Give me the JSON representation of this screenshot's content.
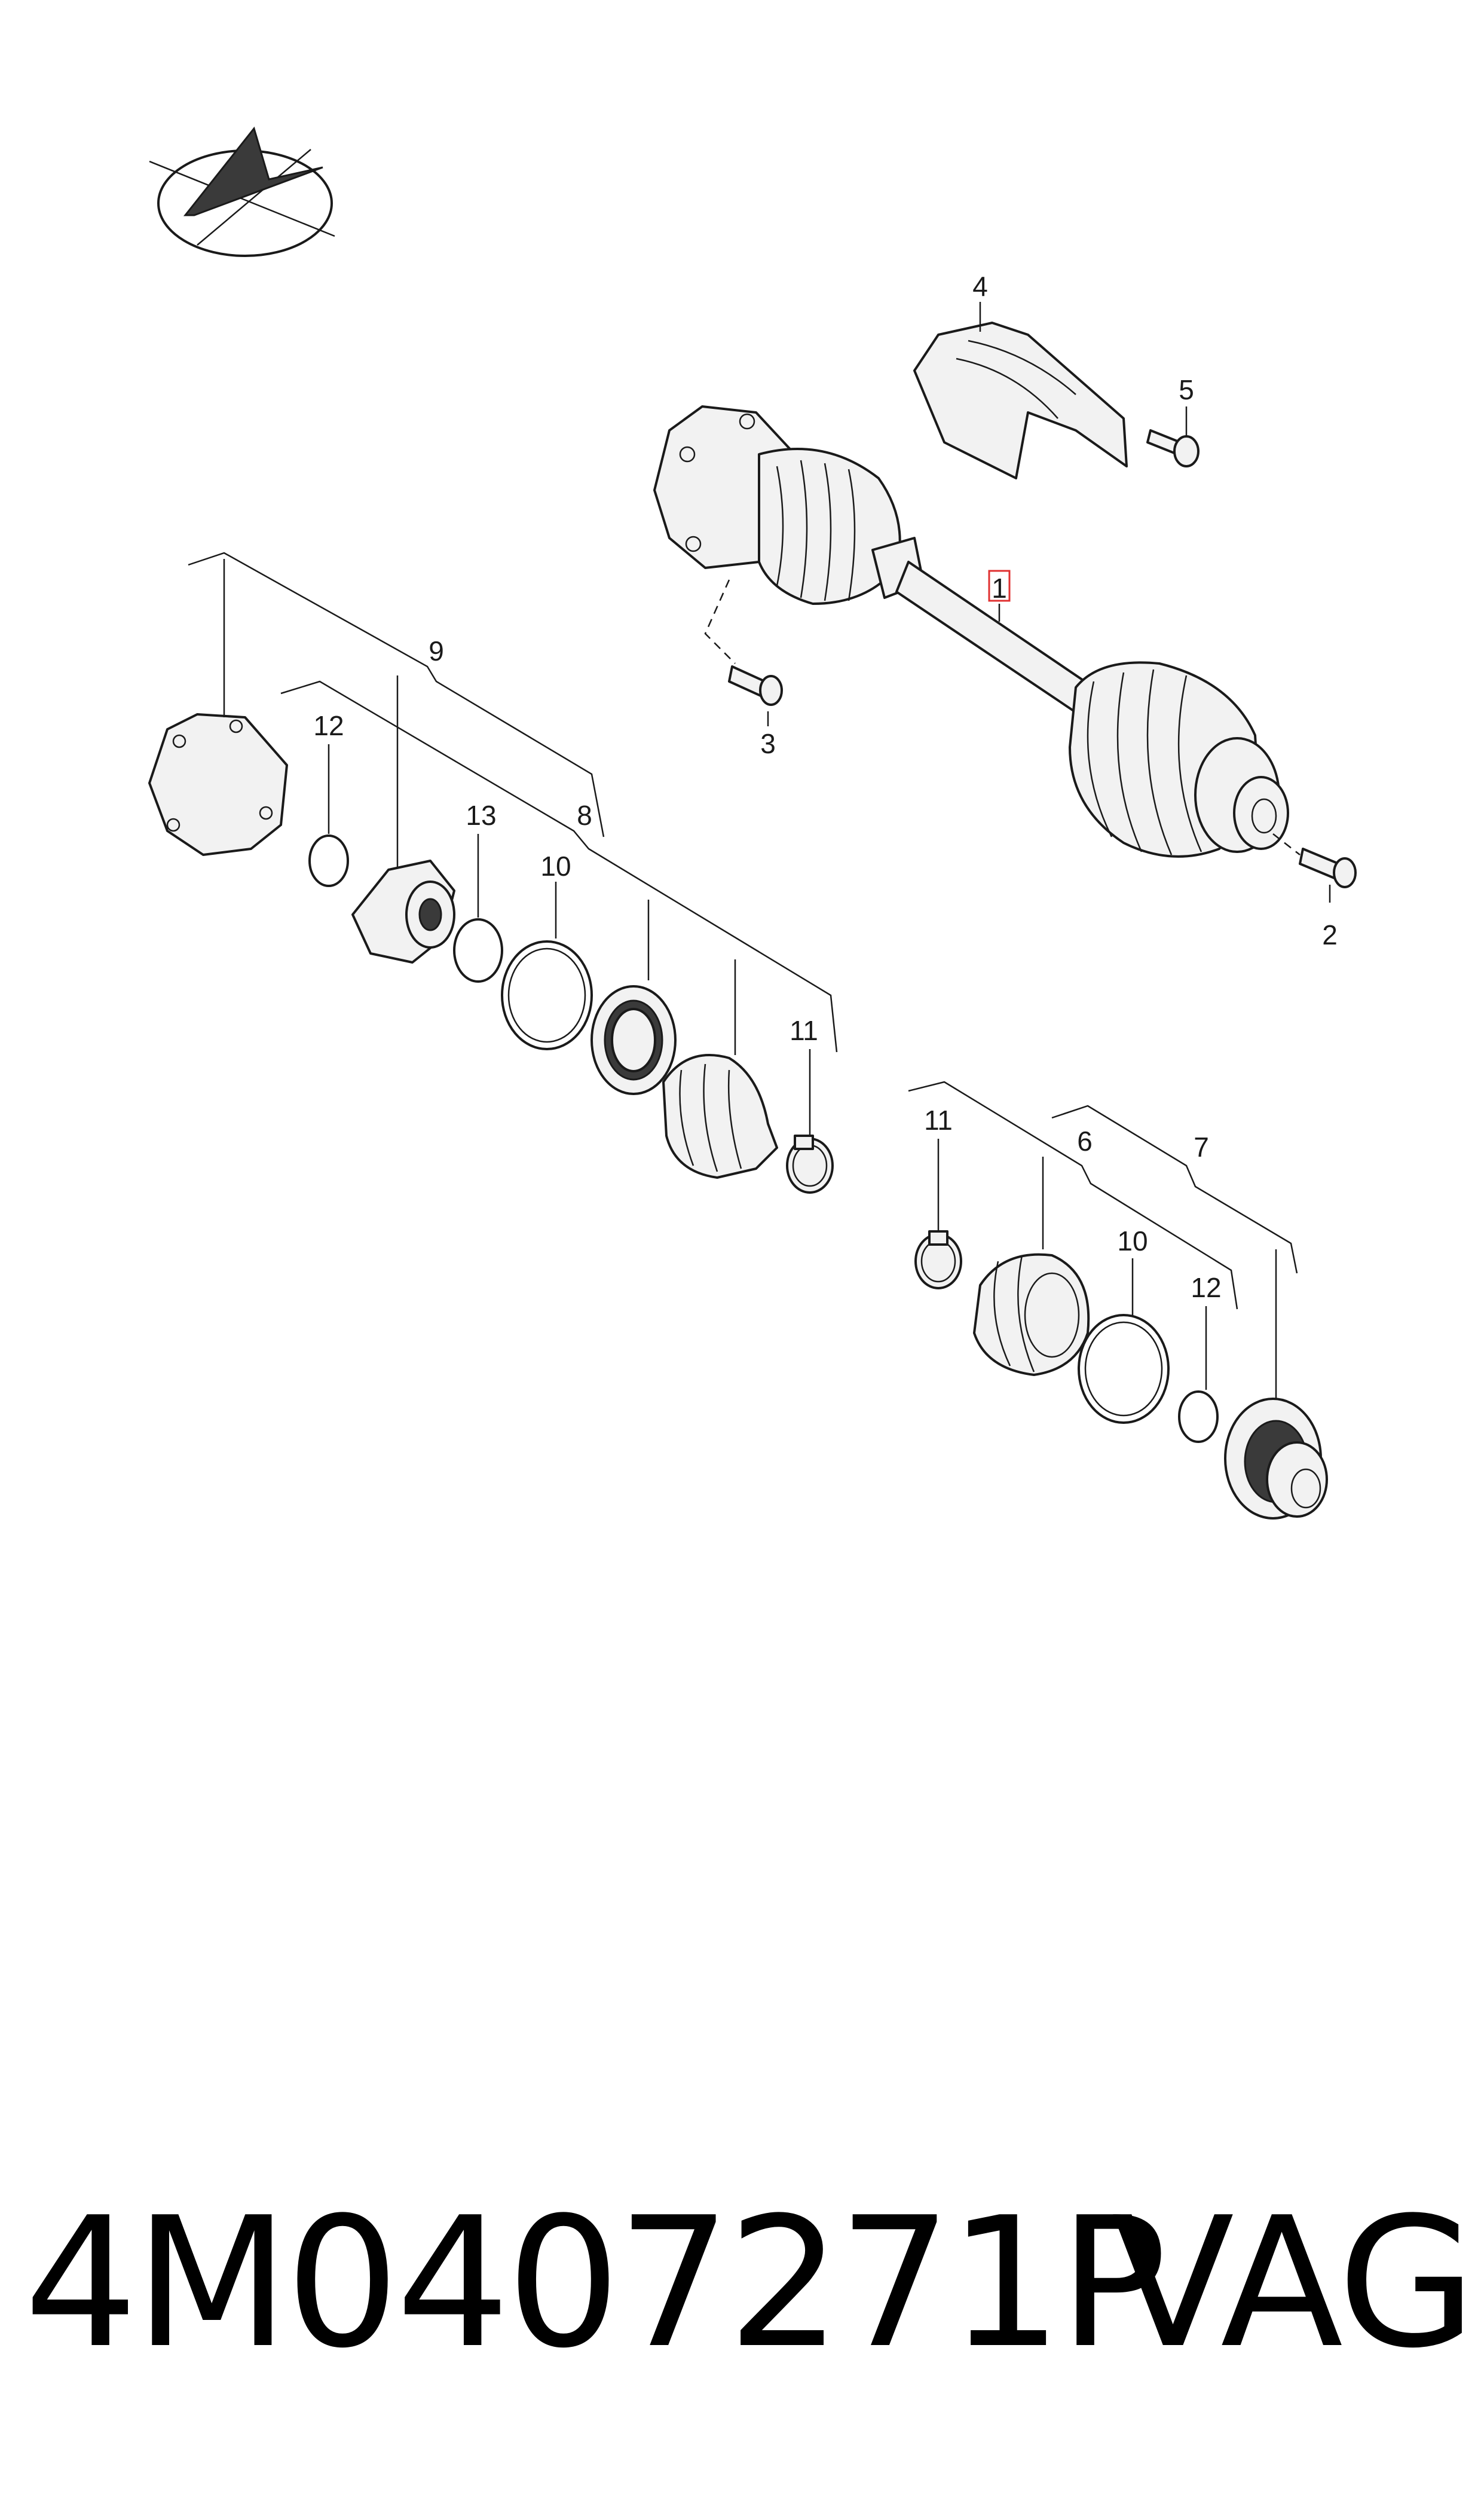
{
  "diagram": {
    "callouts": {
      "c1": "1",
      "c2": "2",
      "c3": "3",
      "c4": "4",
      "c5": "5",
      "c6": "6",
      "c7": "7",
      "c8": "8",
      "c9": "9",
      "c10a": "10",
      "c10b": "10",
      "c11a": "11",
      "c11b": "11",
      "c12a": "12",
      "c12b": "12",
      "c13": "13"
    },
    "highlighted_callout": "1"
  },
  "footer": {
    "part_number": "4M0407271P",
    "brand": "VAG"
  },
  "colors": {
    "line": "#1a1a1a",
    "highlight": "#e03030",
    "background": "#ffffff"
  }
}
